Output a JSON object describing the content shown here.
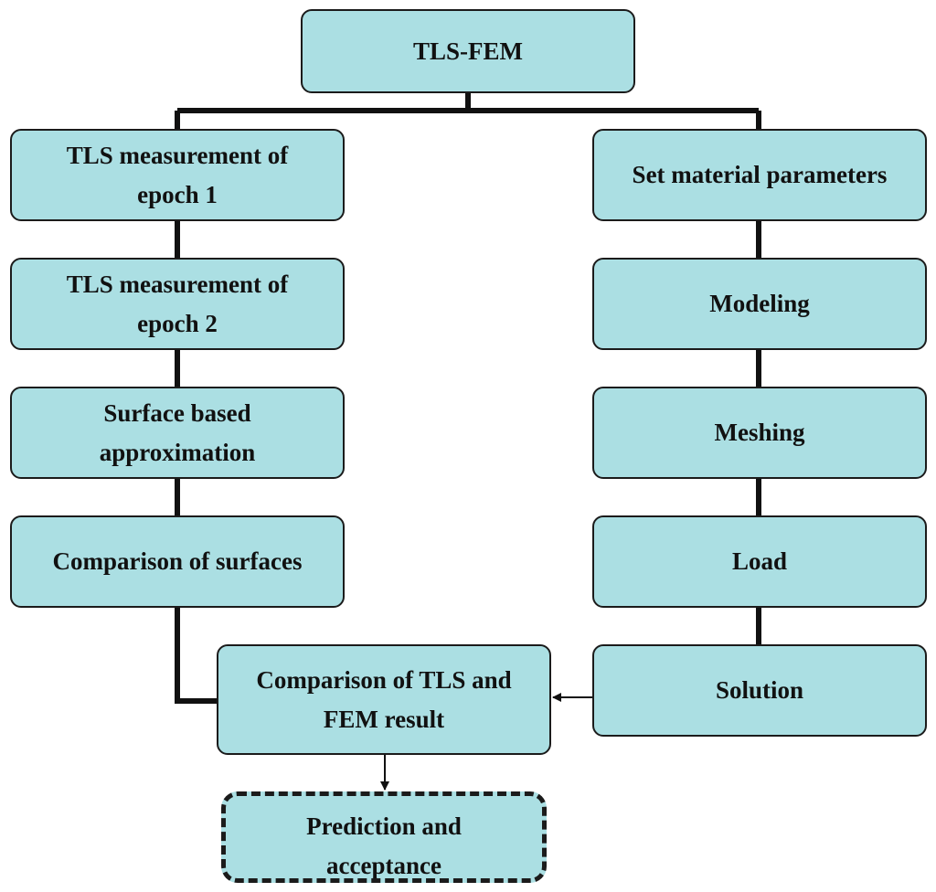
{
  "diagram": {
    "root": {
      "line1": "TLS-FEM"
    },
    "left_branch": [
      {
        "line1": "TLS measurement of",
        "line2": "epoch 1"
      },
      {
        "line1": "TLS measurement of",
        "line2": "epoch 2"
      },
      {
        "line1": "Surface based",
        "line2": "approximation"
      },
      {
        "line1": "Comparison of surfaces"
      }
    ],
    "right_branch": [
      {
        "line1": "Set material parameters"
      },
      {
        "line1": "Modeling"
      },
      {
        "line1": "Meshing"
      },
      {
        "line1": "Load"
      },
      {
        "line1": "Solution"
      }
    ],
    "comparison": {
      "line1": "Comparison of TLS and",
      "line2": "FEM result"
    },
    "prediction": {
      "line1": "Prediction and",
      "line2": "acceptance"
    }
  },
  "colors": {
    "node_fill": "#abdfe3",
    "node_border": "#1b1b1b",
    "connector": "#111111",
    "text": "#111111"
  }
}
